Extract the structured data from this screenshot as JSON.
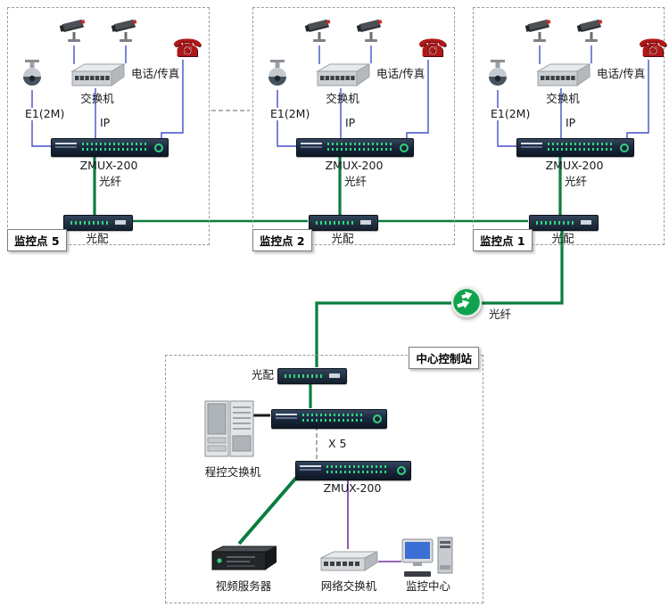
{
  "sites": [
    {
      "label": "监控点 5",
      "switch_label": "交换机",
      "phone_label": "电话/传真",
      "e1_label": "E1(2M)",
      "ip_label": "IP",
      "zmux_label": "ZMUX-200",
      "fiber_label": "光纤",
      "odf_label": "光配"
    },
    {
      "label": "监控点 2",
      "switch_label": "交换机",
      "phone_label": "电话/传真",
      "e1_label": "E1(2M)",
      "ip_label": "IP",
      "zmux_label": "ZMUX-200",
      "fiber_label": "光纤",
      "odf_label": "光配"
    },
    {
      "label": "监控点 1",
      "switch_label": "交换机",
      "phone_label": "电话/传真",
      "e1_label": "E1(2M)",
      "ip_label": "IP",
      "zmux_label": "ZMUX-200",
      "fiber_label": "光纤",
      "odf_label": "光配"
    }
  ],
  "backbone": {
    "fiber_label": "光纤"
  },
  "center": {
    "label": "中心控制站",
    "odf_label": "光配",
    "pbx_label": "程控交换机",
    "multiplier_label": "X 5",
    "zmux_label": "ZMUX-200",
    "video_server_label": "视频服务器",
    "network_switch_label": "网络交换机",
    "monitor_center_label": "监控中心"
  },
  "icons": {
    "phone": "☎"
  },
  "colors": {
    "fiber_green": "#0a7d3e",
    "signal_blue": "#4350c8",
    "lan_purple": "#7030a0",
    "box_border": "#9c9c9c",
    "fiber_icon_green": "#10a34d"
  }
}
